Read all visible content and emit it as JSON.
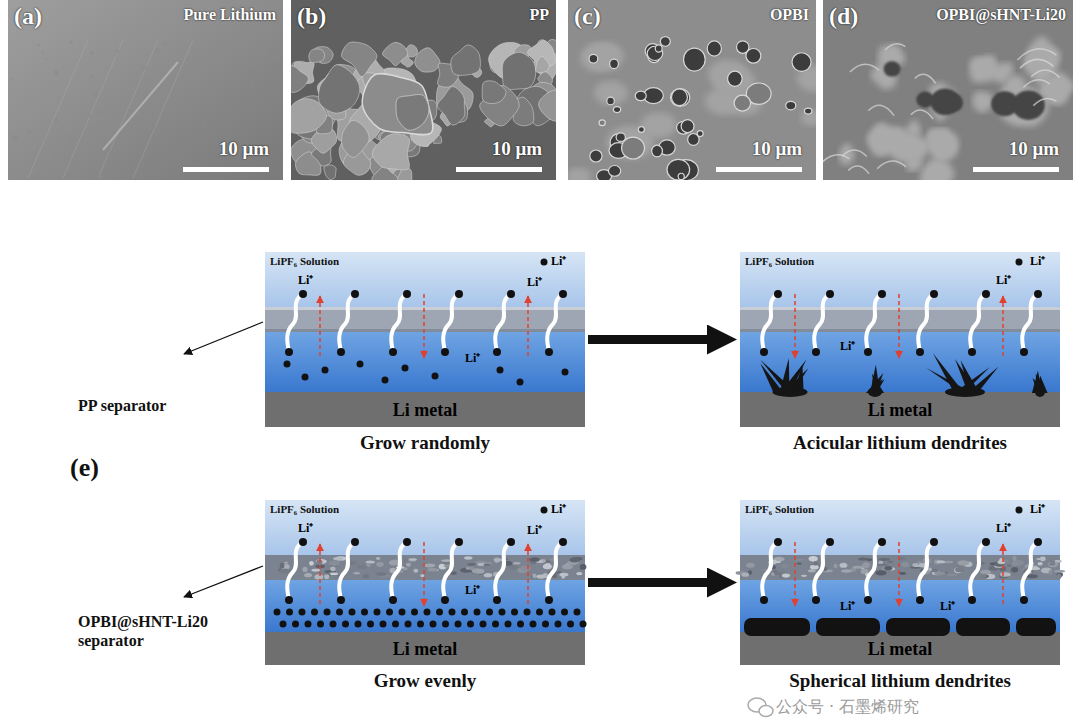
{
  "diagram": {
    "nodes": [
      {
        "text": [
          "(a)",
          "Pure Lithium",
          "10 μm"
        ]
      },
      {
        "text": [
          "(b)",
          "PP",
          "10 μm"
        ]
      },
      {
        "text": [
          "(c)",
          "OPBI",
          "10 μm"
        ]
      },
      {
        "text": [
          "(d)",
          "OPBI@sHNT-Li20",
          "10 μm"
        ]
      },
      {
        "text": [
          "LiPF₆ Solution",
          "Li⁺",
          "Li⁺",
          "Li⁺",
          "Li⁺",
          "Li metal",
          "Grow randomly"
        ]
      },
      {
        "text": [
          "LiPF₆ Solution",
          "Li⁺",
          "Li⁺",
          "Li⁺",
          "Li metal",
          "Acicular lithium dendrites"
        ]
      },
      {
        "text": [
          "LiPF₆ Solution",
          "Li⁺",
          "Li⁺",
          "Li⁺",
          "Li⁺",
          "Li metal",
          "Grow evenly"
        ]
      },
      {
        "text": [
          "LiPF₆ Solution",
          "Li⁺",
          "Li⁺",
          "Li⁺",
          "Li⁺",
          "Li metal",
          "Spherical lithium dendrites"
        ]
      }
    ],
    "edges": [
      {
        "from": 4,
        "to": 5,
        "arrow": "to"
      },
      {
        "from": 6,
        "to": 7,
        "arrow": "to"
      }
    ],
    "labels": [
      "PP separator",
      "(e)",
      "OPBI@sHNT-Li20 separator",
      "公众号 · 石墨烯研究"
    ]
  }
}
